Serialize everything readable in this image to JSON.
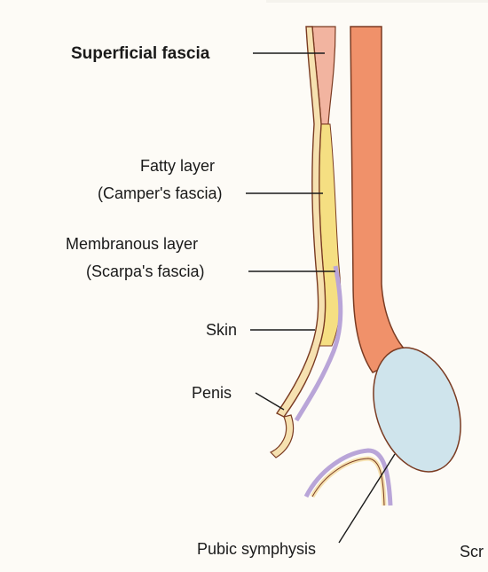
{
  "labels": {
    "superficial_fascia": "Superficial fascia",
    "fatty_layer_line1": "Fatty layer",
    "fatty_layer_line2": "(Camper's fascia)",
    "membranous_layer_line1": "Membranous layer",
    "membranous_layer_line2": "(Scarpa's fascia)",
    "skin": "Skin",
    "penis": "Penis",
    "pubic_symphysis": "Pubic symphysis",
    "scrotum_partial": "Scr"
  },
  "colors": {
    "background": "#fdfbf6",
    "skin_layer": "#f6e1b0",
    "fatty_layer": "#f5df82",
    "membranous_layer": "#b9a5d8",
    "superficial_fascia_fill": "#f2b4a0",
    "muscle": "#f0916a",
    "scrotum": "#cfe4ec",
    "outline": "#7a3b22"
  }
}
